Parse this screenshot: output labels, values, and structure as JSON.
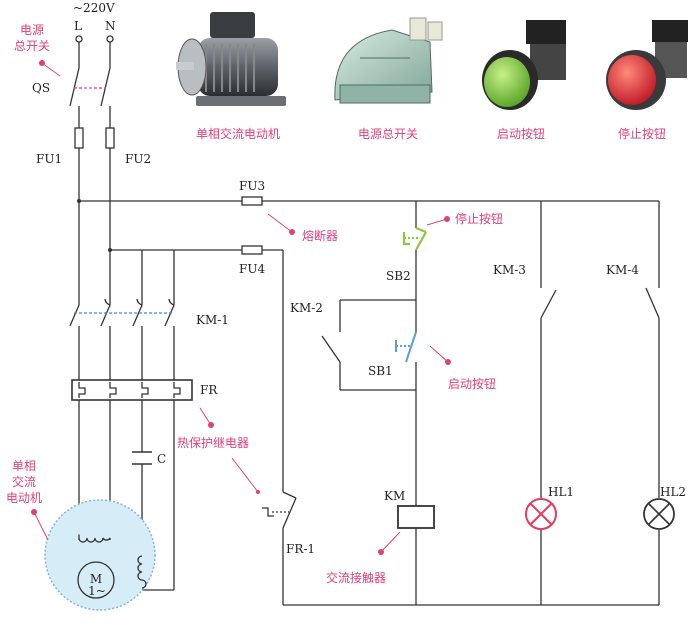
{
  "supply": {
    "voltage": "~220V",
    "line": "L",
    "neutral": "N"
  },
  "labels": {
    "main_switch_callout_1": "电源",
    "main_switch_callout_2": "总开关",
    "qs": "QS",
    "fu1": "FU1",
    "fu2": "FU2",
    "fu3": "FU3",
    "fu4": "FU4",
    "fuse_callout": "熔断器",
    "stop_button_callout": "停止按钮",
    "sb2": "SB2",
    "km_3": "KM-3",
    "km_4": "KM-4",
    "km_2": "KM-2",
    "sb1": "SB1",
    "start_button_callout": "启动按钮",
    "km_1": "KM-1",
    "fr": "FR",
    "thermal_relay_callout": "热保护继电器",
    "capacitor": "C",
    "motor_callout_1": "单相",
    "motor_callout_2": "交流",
    "motor_callout_3": "电动机",
    "motor_symbol": "M",
    "motor_symbol_sub": "1~",
    "fr_1": "FR-1",
    "km_coil": "KM",
    "contactor_callout": "交流接触器",
    "hl1": "HL1",
    "hl2": "HL2"
  },
  "photos": {
    "motor": "单相交流电动机",
    "main_switch": "电源总开关",
    "start_button": "启动按钮",
    "stop_button": "停止按钮"
  },
  "colors": {
    "wire": "#333333",
    "callout_text": "#e0407a",
    "button_contact": "#8ec63f",
    "start_contact": "#5aa0d8",
    "lamp": "#e53c5a",
    "motor_fill": "#d6ecf7",
    "motor_dash": "#7fb6dc",
    "km_link": "#3b8fd6",
    "qs_link": "#e0407a",
    "start_button_photo": "#7cc142",
    "stop_button_photo": "#e0303c"
  }
}
